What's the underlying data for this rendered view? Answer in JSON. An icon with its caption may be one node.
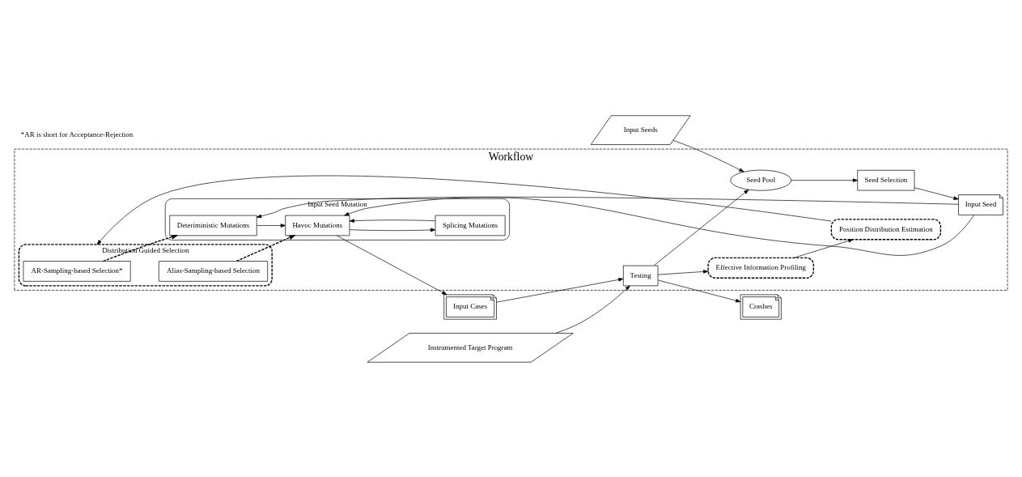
{
  "diagram": {
    "nodes": [
      {
        "text": [
          "Workflow"
        ]
      },
      {
        "text": [
          "Distribution Guided Selection"
        ],
        "in": 0
      },
      {
        "text": [
          "AR-Sampling-based Selection*"
        ],
        "in": 1
      },
      {
        "text": [
          "Alias-Sampling-based Selection"
        ],
        "in": 1
      },
      {
        "text": [
          "Position Distribution Estimation"
        ],
        "in": 0
      },
      {
        "text": [
          "Effective Information Profiling"
        ],
        "in": 0
      },
      {
        "text": [
          "Input Seed Mutation"
        ],
        "in": 0
      },
      {
        "text": [
          "Seed Selection"
        ],
        "in": 0
      },
      {
        "text": [
          "Input Seed"
        ],
        "in": 0
      },
      {
        "text": [
          "Deteriministic Mutations"
        ],
        "in": 6
      },
      {
        "text": [
          "Havoc Mutations"
        ],
        "in": 6
      },
      {
        "text": [
          "Splicing Mutations"
        ],
        "in": 6
      },
      {
        "text": [
          "Input Cases"
        ]
      },
      {
        "text": [
          "Testing"
        ],
        "in": 0
      },
      {
        "text": [
          "Crashes"
        ]
      },
      {
        "text": [
          "Seed Pool"
        ],
        "in": 0
      },
      {
        "text": [
          "Input Seeds"
        ]
      },
      {
        "text": [
          "Instrumented Target Program"
        ]
      }
    ],
    "edges": [
      {
        "from": 5,
        "to": 4,
        "arrow": "to"
      },
      {
        "from": 4,
        "to": 1,
        "arrow": "to"
      },
      {
        "from": 2,
        "to": 9,
        "arrow": "to",
        "style": "dashed"
      },
      {
        "from": 3,
        "to": 10,
        "arrow": "to",
        "style": "dashed"
      },
      {
        "from": 7,
        "to": 8,
        "arrow": "to"
      },
      {
        "from": 8,
        "to": 9,
        "arrow": "to"
      },
      {
        "from": 8,
        "to": 10,
        "arrow": "to"
      },
      {
        "from": 9,
        "to": 10,
        "arrow": "to"
      },
      {
        "from": 10,
        "to": 12,
        "arrow": "to"
      },
      {
        "from": 10,
        "to": 11,
        "arrow": "to"
      },
      {
        "from": 11,
        "to": 10,
        "arrow": "to"
      },
      {
        "from": 12,
        "to": 13,
        "arrow": "to"
      },
      {
        "from": 13,
        "to": 5,
        "arrow": "to"
      },
      {
        "from": 13,
        "to": 14,
        "arrow": "to"
      },
      {
        "from": 13,
        "to": 15,
        "arrow": "to"
      },
      {
        "from": 15,
        "to": 7,
        "arrow": "to"
      },
      {
        "from": 16,
        "to": 15,
        "arrow": "to"
      },
      {
        "from": 17,
        "to": 13,
        "arrow": "to"
      }
    ],
    "labels": [
      "*AR is short for Acceptance-Rejection"
    ]
  }
}
